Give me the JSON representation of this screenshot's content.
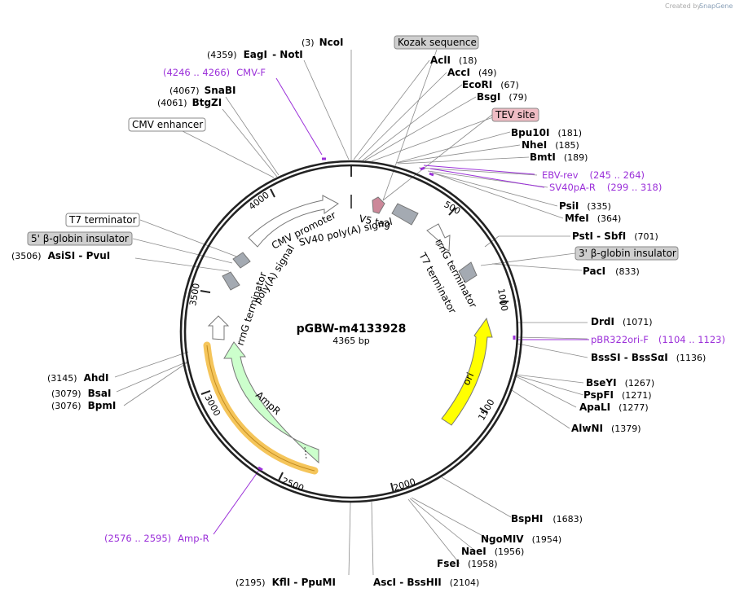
{
  "watermark": {
    "prefix": "Created by",
    "brand": "SnapGene"
  },
  "plasmid": {
    "name": "pGBW-m4133928",
    "length_label": "4365 bp",
    "length": 4365
  },
  "colors": {
    "primer": "#9b30d9",
    "ori": "#ffff00",
    "ampr": "#ccffcc",
    "amp_highlight": "#f5c55a",
    "feature_gray": "#a4aab2",
    "v5": "#cc8899",
    "box_gray": "#cfcfcf",
    "box_pink": "#efbcc4"
  },
  "ticks": [
    "500",
    "1000",
    "1500",
    "2000",
    "2500",
    "3000",
    "3500",
    "4000"
  ],
  "top_sites": [
    {
      "pos": "(3)",
      "name": "NcoI"
    },
    {
      "pos": "(4359)",
      "name": "EagI",
      "name2": "NotI"
    },
    {
      "pos": "(4067)",
      "name": "SnaBI"
    },
    {
      "pos": "(4061)",
      "name": "BtgZI"
    }
  ],
  "right_sites": [
    {
      "name": "AclI",
      "pos": "(18)"
    },
    {
      "name": "AccI",
      "pos": "(49)"
    },
    {
      "name": "EcoRI",
      "pos": "(67)"
    },
    {
      "name": "BsgI",
      "pos": "(79)"
    },
    {
      "name": "Bpu10I",
      "pos": "(181)"
    },
    {
      "name": "NheI",
      "pos": "(185)"
    },
    {
      "name": "BmtI",
      "pos": "(189)"
    },
    {
      "name": "PsiI",
      "pos": "(335)"
    },
    {
      "name": "MfeI",
      "pos": "(364)"
    },
    {
      "name": "PstI",
      "name2": "SbfI",
      "pos": "(701)"
    },
    {
      "name": "PacI",
      "pos": "(833)"
    },
    {
      "name": "DrdI",
      "pos": "(1071)"
    },
    {
      "name": "BssSI",
      "name2": "BssSαI",
      "pos": "(1136)"
    },
    {
      "name": "BseYI",
      "pos": "(1267)"
    },
    {
      "name": "PspFI",
      "pos": "(1271)"
    },
    {
      "name": "ApaLI",
      "pos": "(1277)"
    },
    {
      "name": "AlwNI",
      "pos": "(1379)"
    },
    {
      "name": "BspHI",
      "pos": "(1683)"
    },
    {
      "name": "NgoMIV",
      "pos": "(1954)"
    },
    {
      "name": "NaeI",
      "pos": "(1956)"
    },
    {
      "name": "FseI",
      "pos": "(1958)"
    },
    {
      "name": "AscI",
      "name2": "BssHII",
      "pos": "(2104)"
    }
  ],
  "left_sites": [
    {
      "pos": "(3506)",
      "name": "AsiSI",
      "name2": "PvuI"
    },
    {
      "pos": "(3145)",
      "name": "AhdI"
    },
    {
      "pos": "(3079)",
      "name": "BsaI"
    },
    {
      "pos": "(3076)",
      "name": "BpmI"
    },
    {
      "pos": "(2195)",
      "name": "KflI",
      "name2": "PpuMI"
    }
  ],
  "primers": [
    {
      "range": "(4246 .. 4266)",
      "name": "CMV-F"
    },
    {
      "name": "EBV-rev",
      "range": "(245 .. 264)"
    },
    {
      "name": "SV40pA-R",
      "range": "(299 .. 318)"
    },
    {
      "name": "pBR322ori-F",
      "range": "(1104 .. 1123)"
    },
    {
      "range": "(2576 .. 2595)",
      "name": "Amp-R"
    }
  ],
  "boxed_labels": [
    {
      "text": "Kozak sequence"
    },
    {
      "text": "TEV site"
    },
    {
      "text": "CMV enhancer"
    },
    {
      "text": "T7 terminator"
    },
    {
      "text": "5' β-globin insulator"
    },
    {
      "text": "3' β-globin insulator"
    }
  ],
  "features": {
    "cmv_promoter": "CMV promoter",
    "v5_tag": "V5 tag",
    "sv40_polya": "SV40 poly(A) signal",
    "polya_signal": "poly(A) signal",
    "rrng_term_left": "rrnG terminator",
    "rrng_term_right": "rrnG terminator",
    "t7_term_inner": "T7 terminator",
    "ori": "ori",
    "ampr": "AmpR"
  }
}
